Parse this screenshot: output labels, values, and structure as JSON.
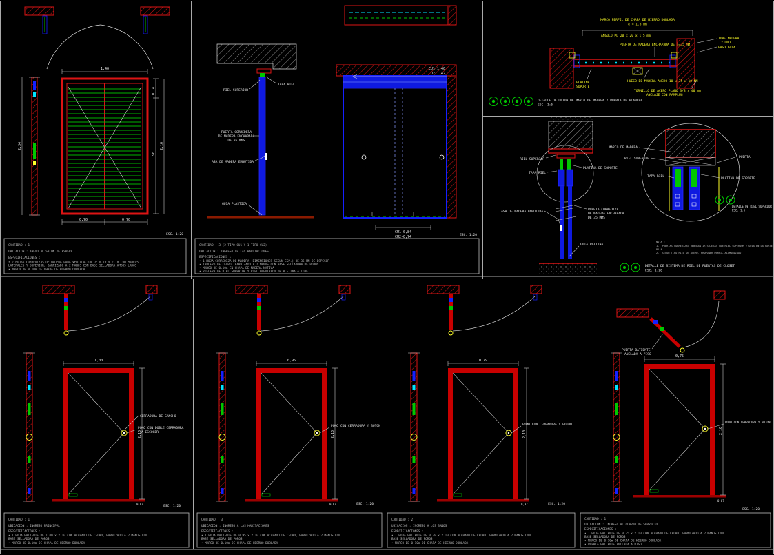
{
  "p1": {
    "dim_top": "1,40",
    "dim_bottom_left": "0,70",
    "dim_bottom_right": "0,70",
    "dim_right_top": "0,14",
    "dim_right_mid": "1,96",
    "dim_right_total": "2,10",
    "dim_left_total": "2,34",
    "scale": "ESC. 1:20",
    "notes": [
      "CANTIDAD : 1",
      "UBICACION :      ANEXO AL SALON DE ESPERA",
      "ESPECIFICACIONES :",
      "•   2 HOJAS CORREDIZAS DE MADERA PARA VENTILACION DE 0.70 x 2.10 CON MARCOS",
      "      LATERALES Y SUPERIOR, BARNIZADO A 2 MANOS CON BASE SELLADORA AMBOS LADOS",
      "•   MARCO DE 0.10m DE CHAPA DE HIERRO DOBLADA"
    ]
  },
  "p2": {
    "lbl_riel_superior": "RIEL SUPERIOR",
    "lbl_tapa_riel": "TAPA RIEL",
    "lbl_puerta_1": "PUERTA CORREDERA",
    "lbl_puerta_2": "DE MADERA ENCHAPADA",
    "lbl_puerta_3": "DE 35 MMS",
    "lbl_asa": "ASA DE MADERA EMBUTIDA",
    "lbl_guia": "GUIA PLASTICA",
    "dim_cu1_top": "CU1-1,40",
    "dim_cu2_top": "CU2-1,42",
    "dim_cu1_bot": "CU1-0,84",
    "dim_cu2_bot": "CU2-0,74",
    "scale": "ESC. 1:20",
    "notes": [
      "CANTIDAD : 3 (2 TIPO CU1 Y 1 TIPO CU2)",
      "UBICACION :      INGRESO DE LAS HABITACIONES",
      "ESPECIFICACIONES :",
      "•   1 HOJA CORREDIZA DE MADERA (DIMENSIONES SEGUN ESP.) DE 35 MM DE ESPESOR",
      "•   TABLERO DE CEDRO, BARNIZADO A 2 MANOS CON BASE SELLADORA DE POROS",
      "•   MARCO DE 0.10m EN CHAPA DE MADERA NATIVA",
      "•   RIELERA DE RIEL SUPERIOR Y RIEL EMPOTRADO DE PLETINA A TOPE"
    ]
  },
  "p3a": {
    "lbl_marco_1": "MARCO PERFIL DE CHAPA DE HIERRO DOBLADA",
    "lbl_marco_2": "e = 1.5 mm",
    "lbl_angulo": "ANGULO PL 20 x 20 x 1.5 mm",
    "lbl_puerta": "PUERTA DE MADERA ENCHAPADA DE e=35 MM",
    "lbl_tope_1": "TOPE MADERA",
    "lbl_tope_2": "2 UND.",
    "lbl_paso": "PASO GUIA",
    "lbl_platina_1": "PLATINA",
    "lbl_platina_2": "SOPORTE",
    "lbl_hueco": "HUECO DE MADERA ANCHO 10 x 35 x 10 MM",
    "lbl_tornillo_1": "TORNILLO DE ACERO PLANO 3/8 x 40 mm",
    "lbl_tornillo_2": "ANCLAJE CON RAMPLUG",
    "caption_1": "DETALLE DE UNION DE MARCO DE MADERA Y PUERTA DE PLANCHA",
    "caption_2": "ESC. 1:5"
  },
  "p3b": {
    "lbl_riel_superior": "RIEL SUPERIOR",
    "lbl_tapa_riel": "TAPA RIEL",
    "lbl_platina": "PLATINA DE SOPORTE",
    "lbl_asa": "ASA DE MADERA EMBUTIDA",
    "lbl_puerta_1": "PUERTA CORREDIZA",
    "lbl_puerta_2": "DE MADERA ENCHAPADA",
    "lbl_puerta_3": "DE 35 MMS",
    "lbl_guia": "GUIA PLATINA",
    "det_marco": "MARCO DE MADERA",
    "det_riel": "RIEL SUPERIOR",
    "det_puerta": "PUERTA",
    "det_tapa": "TAPA RIEL",
    "det_platina": "PLATINA DE SOPORTE",
    "det_caption_1": "DETALLE DE RIEL SUPERIOR",
    "det_caption_2": "ESC. 1:5",
    "nota": [
      "NOTA :",
      "1.- PUERTAS CORREDIZAS DEBERAN IR SUJETAS CON RIEL SUPERIOR Y GUIA EN LA PARTE",
      "      BAJA.",
      "2.- SEGUN TIPO RIEL DE ACERO, PROPONER PERFIL ALUMINIZADO."
    ],
    "caption_1": "DETALLE DE SISTEMA DE RIEL DE PUERTAS DE CLOSET",
    "caption_2": "ESC. 1:20"
  },
  "pb": [
    {
      "dim_top": "1,00",
      "dim_right": "2,10",
      "dim_foot": "0,07",
      "scale": "ESC. 1:20",
      "lbl_1": "CERRADURA DE GANCHO",
      "lbl_2": "POMO CON DOBLE CERRADURA",
      "lbl_3": "A ESCOGER",
      "notes": [
        "CANTIDAD : 1",
        "UBICACION :      INGRESO PRINCIPAL",
        "ESPECIFICACIONES :",
        "•   1 HOJA BATIENTE DE 1.00 x 2.10 CON ACABADO DE CEDRO, BARNIZADO A 2 MANOS CON",
        "      BASE SELLADORA DE POROS",
        "•   MARCO DE 0.10m DE CHAPA DE HIERRO DOBLADA"
      ]
    },
    {
      "dim_top": "0,95",
      "dim_right": "2,10",
      "dim_foot": "0,07",
      "scale": "ESC. 1:20",
      "lbl_1": "POMO CON CERRADURA Y BOTON",
      "notes": [
        "CANTIDAD : 3",
        "UBICACION :      INGRESO A LAS HABITACIONES",
        "ESPECIFICACIONES :",
        "•   1 HOJA BATIENTE DE 0.95 x 2.10 CON ACABADO DE CEDRO, BARNIZADO A 2 MANOS CON",
        "      BASE SELLADORA DE POROS",
        "•   MARCO DE 0.10m DE CHAPA DE HIERRO DOBLADA"
      ]
    },
    {
      "dim_top": "0,79",
      "dim_right": "2,10",
      "dim_foot": "0,07",
      "scale": "ESC. 1:20",
      "lbl_1": "POMO CON CERRADURA Y BOTON",
      "notes": [
        "CANTIDAD : 2",
        "UBICACION :      INGRESO A LOS BAÑOS",
        "ESPECIFICACIONES :",
        "•   1 HOJA BATIENTE DE 0.79 x 2.10 CON ACABADO DE CEDRO, BARNIZADO A 2 MANOS CON",
        "      BASE SELLADORA DE POROS",
        "•   MARCO DE 0.10m DE CHAPA DE HIERRO DOBLADA"
      ]
    },
    {
      "dim_top": "0,75",
      "dim_right": "2,10",
      "dim_foot": "0,07",
      "scale": "ESC. 1:20",
      "lbl_1": "POMO CON CERRADURA Y BOTON",
      "lbl_plan_1": "PUERTA BATIENTE",
      "lbl_plan_2": "ANCLADA A PISO",
      "notes": [
        "CANTIDAD : 1",
        "UBICACION :      INGRESO AL CUARTO DE SERVICIO",
        "ESPECIFICACIONES :",
        "•   1 HOJA BATIENTE DE 0.75 x 2.10 CON ACABADO DE CEDRO, BARNIZADO A 2 MANOS CON",
        "      BASE SELLADORA DE POROS",
        "•   MARCO DE 0.10m DE CHAPA DE HIERRO DOBLADA",
        "•   PUERTA BATIENTE ANCLADA A PISO"
      ]
    }
  ]
}
